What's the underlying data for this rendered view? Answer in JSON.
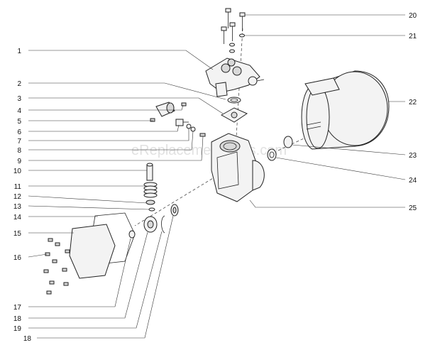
{
  "watermark": "eReplacementParts.com",
  "callouts": {
    "c1": "1",
    "c2": "2",
    "c3": "3",
    "c4": "4",
    "c5": "5",
    "c6": "6",
    "c7": "7",
    "c8": "8",
    "c9": "9",
    "c10": "10",
    "c11": "11",
    "c12": "12",
    "c13": "13",
    "c14": "14",
    "c15": "15",
    "c16": "16",
    "c17": "17",
    "c18a": "18",
    "c19": "19",
    "c18b": "18",
    "c20": "20",
    "c21": "21",
    "c22": "22",
    "c23": "23",
    "c24": "24",
    "c25": "25"
  }
}
